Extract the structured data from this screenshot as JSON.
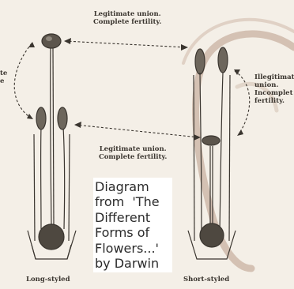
{
  "labels": {
    "top_union": "Legitimate union.\nComplete fertility.",
    "middle_union": "Legitimate union.\nComplete fertility.",
    "right_union": "Illegitimat\nunion.\nIncomplet\nfertility.",
    "left_partial": "te\ne",
    "long_styled": "Long-styled",
    "short_styled": "Short-styled"
  },
  "caption": "Diagram\nfrom  'The\nDifferent\nForms of\nFlowers...'\nby Darwin",
  "colors": {
    "background": "#f4efe7",
    "ink": "#3a352f",
    "swirl": "#b99a88",
    "caption_bg": "#ffffff"
  }
}
